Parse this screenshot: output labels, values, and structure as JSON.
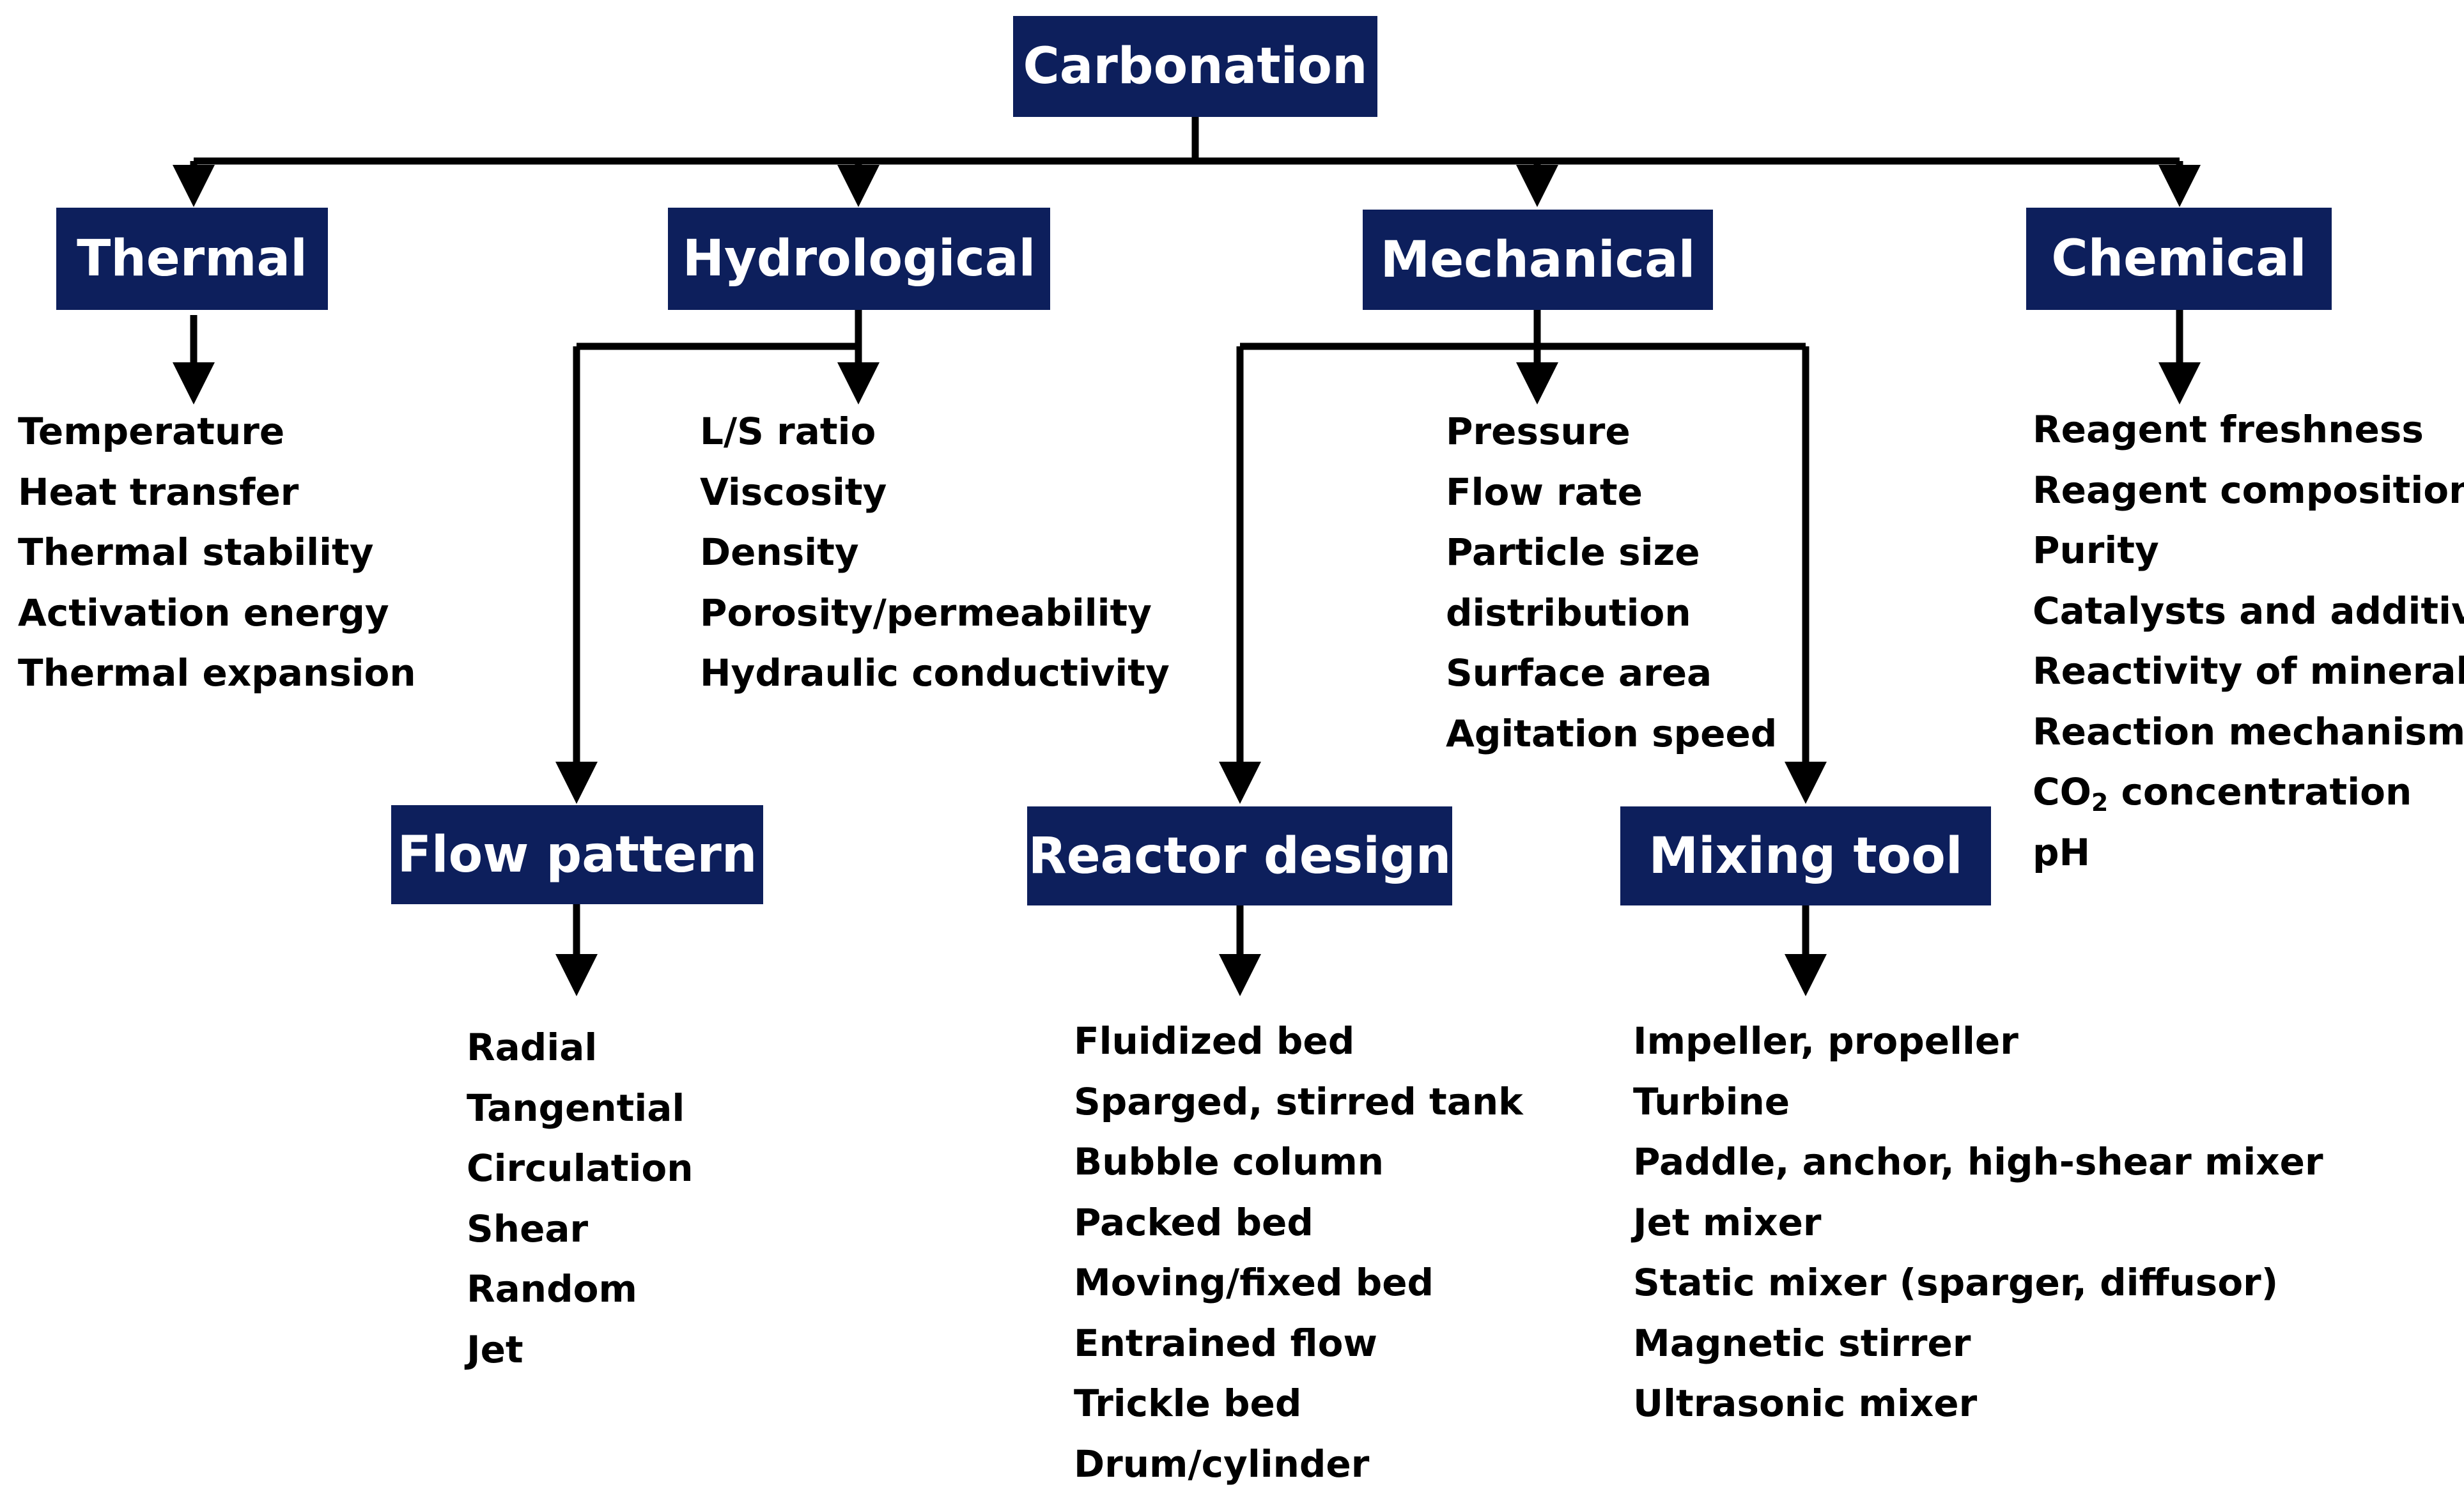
{
  "diagram": {
    "root": {
      "label": "Carbonation"
    },
    "categories": [
      {
        "id": "thermal",
        "label": "Thermal",
        "items": [
          "Temperature",
          "Heat transfer",
          "Thermal stability",
          "Activation energy",
          "Thermal expansion"
        ]
      },
      {
        "id": "hydrological",
        "label": "Hydrological",
        "items": [
          "L/S ratio",
          "Viscosity",
          "Density",
          "Porosity/permeability",
          "Hydraulic conductivity"
        ]
      },
      {
        "id": "mechanical",
        "label": "Mechanical",
        "items": [
          "Pressure",
          "Flow rate",
          "Particle size",
          "distribution",
          "Surface area",
          "Agitation speed"
        ]
      },
      {
        "id": "chemical",
        "label": "Chemical",
        "items": [
          "Reagent freshness",
          "Reagent composition",
          "Purity",
          "Catalysts and additive",
          "Reactivity of minerals",
          "Reaction mechanism",
          "CO2 concentration",
          "pH"
        ]
      }
    ],
    "subcategories": [
      {
        "id": "flow-pattern",
        "parent": "hydrological",
        "label": "Flow pattern",
        "items": [
          "Radial",
          "Tangential",
          "Circulation",
          "Shear",
          "Random",
          "Jet"
        ]
      },
      {
        "id": "reactor-design",
        "parent": "mechanical",
        "label": "Reactor design",
        "items": [
          "Fluidized bed",
          "Sparged, stirred tank",
          "Bubble column",
          "Packed bed",
          "Moving/fixed bed",
          "Entrained flow",
          "Trickle bed",
          "Drum/cylinder"
        ]
      },
      {
        "id": "mixing-tool",
        "parent": "mechanical",
        "label": "Mixing tool",
        "items": [
          "Impeller, propeller",
          "Turbine",
          "Paddle, anchor, high-shear mixer",
          "Jet mixer",
          "Static mixer (sparger, diffusor)",
          "Magnetic stirrer",
          "Ultrasonic mixer"
        ]
      }
    ],
    "co2_parts": {
      "main": "CO",
      "subscript": "2",
      "rest": " concentration"
    },
    "colors": {
      "box_fill": "#0d1f5c",
      "box_text": "#ffffff",
      "line": "#000000",
      "text": "#000000"
    }
  }
}
